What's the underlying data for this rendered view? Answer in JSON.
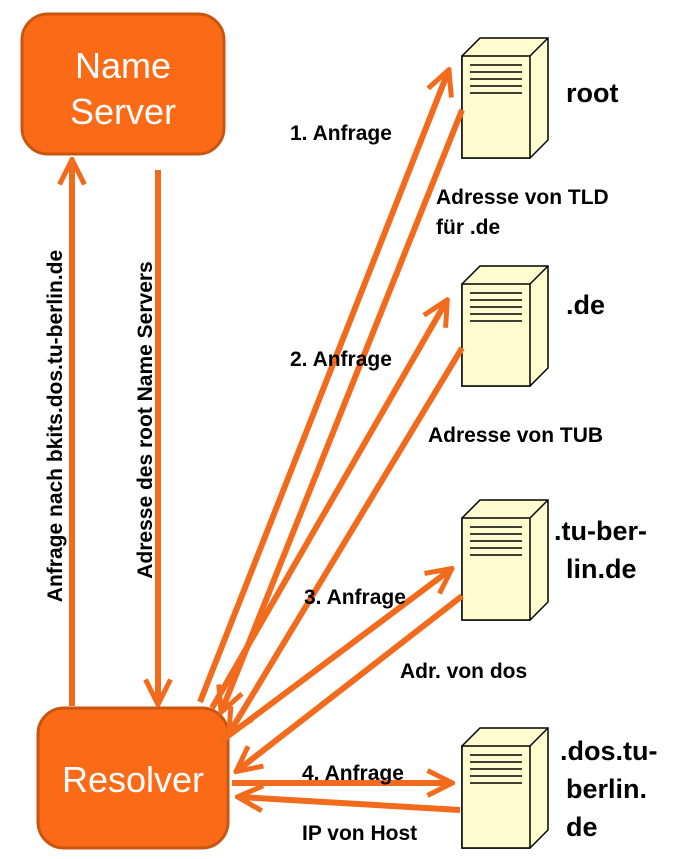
{
  "colors": {
    "accent": "#f26a1b",
    "box_fill": "#fb6a16",
    "box_border": "#c9550f",
    "server_fill": "#fffdd0"
  },
  "nodes": {
    "name_server": {
      "line1": "Name",
      "line2": "Server"
    },
    "resolver": {
      "label": "Resolver"
    }
  },
  "servers": {
    "root": {
      "line1": "root",
      "line2": ""
    },
    "de": {
      "line1": ".de",
      "line2": ""
    },
    "tu_berlin": {
      "line1": ".tu-ber-",
      "line2": "lin.de"
    },
    "dos": {
      "line1": ".dos.tu-",
      "line2": "berlin.",
      "line3": "de"
    }
  },
  "arrows": {
    "query_to_name_server": "Anfrage nach bkits.dos.tu-berlin.de",
    "reply_from_name_server": "Adresse des root Name Servers",
    "query1": "1. Anfrage",
    "reply1_line1": "Adresse von TLD",
    "reply1_line2": "für .de",
    "query2": "2. Anfrage",
    "reply2": "Adresse von TUB",
    "query3": "3. Anfrage",
    "reply3": "Adr. von dos",
    "query4": "4. Anfrage",
    "reply4": "IP von Host"
  }
}
